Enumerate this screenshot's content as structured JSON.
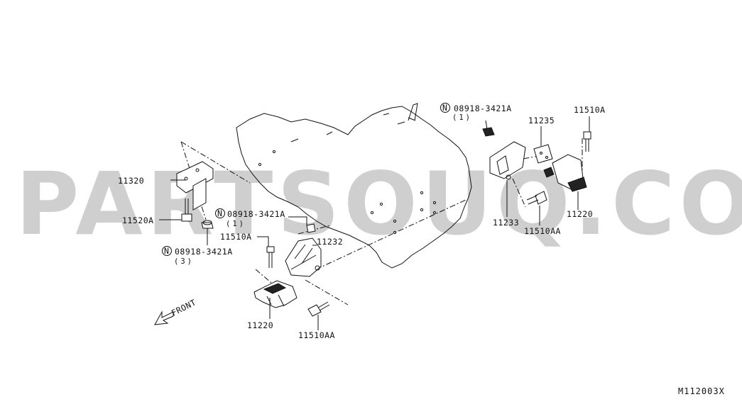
{
  "watermark": "PARTSOUQ.COM",
  "diagram_code": "M112003X",
  "front_label": "FRONT",
  "callouts": {
    "p11320": "11320",
    "p11520a": "11520A",
    "n_left_code": "08918-3421A",
    "n_left_qty": "(3)",
    "n_mid_code": "08918-3421A",
    "n_mid_qty": "(1)",
    "p11510a_left": "11510A",
    "p11232": "11232",
    "p11220_left": "11220",
    "p11510aa_left": "11510AA",
    "n_top_code": "08918-3421A",
    "n_top_qty": "(1)",
    "p11235": "11235",
    "p11510a_right": "11510A",
    "p11233": "11233",
    "p11510aa_right": "11510AA",
    "p11220_right": "11220"
  },
  "n_symbol": "N"
}
